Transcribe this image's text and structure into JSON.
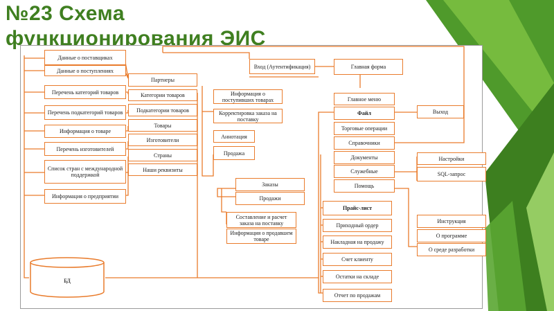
{
  "slide": {
    "title_line1": "№23 Схема",
    "title_line2": "функционирования ЭИС"
  },
  "diagram": {
    "sources": [
      "Данные о поставщиках",
      "Данные о поступлениях",
      "Перечень категорий товаров",
      "Перечень подкатегорий товаров",
      "Информация о товаре",
      "Перечень изготовителей",
      "Список стран с международной поддержкой",
      "Информация о предприятии"
    ],
    "catalog": [
      "Партнеры",
      "Категории товаров",
      "Подкатегории товаров",
      "Товары",
      "Изготовители",
      "Страны",
      "Наши реквизиты"
    ],
    "middle": [
      "Информация о поступивших товарах",
      "Корректировка заказа на поставку",
      "Аннотация",
      "Продажа"
    ],
    "orders": [
      "Заказы",
      "Продажи"
    ],
    "reports_mid": [
      "Составление и расчет заказа на поставку",
      "Информация о продавшем товаре"
    ],
    "login": "Вход (Аутентификация)",
    "main_form": "Главная форма",
    "menu_title": "Главное меню",
    "menu": [
      "Файл",
      "Торговые операции",
      "Справочники",
      "Документы",
      "Служебные",
      "Помощь"
    ],
    "exit": "Выход",
    "service": [
      "Настройки",
      "SQL-запрос"
    ],
    "help": [
      "Инструкция",
      "О программе",
      "О среде разработки"
    ],
    "documents": [
      "Прайс-лист",
      "Приходный ордер",
      "Накладная на продажу",
      "Счет клиенту",
      "Остатки на складе",
      "Отчет по продажам"
    ],
    "database": "БД",
    "line_color": "#e97b2b"
  }
}
